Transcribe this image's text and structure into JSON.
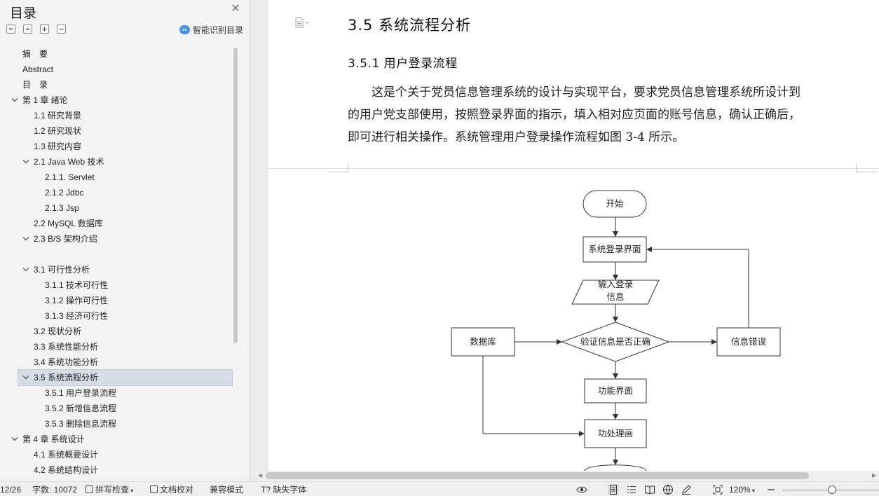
{
  "sidebar": {
    "title": "目录",
    "smart_toc": "智能识别目录",
    "toc": [
      {
        "label": "摘　要",
        "caret": false
      },
      {
        "label": "Abstract",
        "caret": false
      },
      {
        "label": "目　录",
        "caret": false
      },
      {
        "label": "第 1 章  绪论",
        "caret": true
      },
      {
        "label": "1.1  研究背景",
        "caret": false
      },
      {
        "label": "1.2  研究现状",
        "caret": false
      },
      {
        "label": "1.3  研究内容",
        "caret": false
      },
      {
        "label": "2.1 Java Web 技术",
        "caret": true
      },
      {
        "label": "2.1.1. Servlet",
        "caret": false
      },
      {
        "label": "2.1.2 Jdbc",
        "caret": false
      },
      {
        "label": "2.1.3 Jsp",
        "caret": false
      },
      {
        "label": "2.2 MySQL 数据库",
        "caret": false
      },
      {
        "label": "2.3 B/S 架构介绍",
        "caret": true
      },
      {
        "label": "",
        "caret": false
      },
      {
        "label": "3.1  可行性分析",
        "caret": true
      },
      {
        "label": "3.1.1  技术可行性",
        "caret": false
      },
      {
        "label": "3.1.2  操作可行性",
        "caret": false
      },
      {
        "label": "3.1.3  经济可行性",
        "caret": false
      },
      {
        "label": "3.2  现状分析",
        "caret": false
      },
      {
        "label": "3.3  系统性能分析",
        "caret": false
      },
      {
        "label": "3.4  系统功能分析",
        "caret": false
      },
      {
        "label": "3.5  系统流程分析",
        "caret": true,
        "active": true
      },
      {
        "label": "3.5.1  用户登录流程",
        "caret": false
      },
      {
        "label": "3.5.2  新增信息流程",
        "caret": false
      },
      {
        "label": "3.5.3  删除信息流程",
        "caret": false
      },
      {
        "label": "第 4 章  系统设计",
        "caret": true
      },
      {
        "label": "4.1  系统概要设计",
        "caret": false
      },
      {
        "label": "4.2  系统结构设计",
        "caret": false
      }
    ]
  },
  "document": {
    "heading2": "3.5  系统流程分析",
    "heading3": "3.5.1 用户登录流程",
    "paragraph": [
      "　　这是个关于党员信息管理系统的设计与实现平台，要求党员信息管理系统所设计到",
      "的用户党支部使用，按照登录界面的指示，填入相对应页面的账号信息，确认正确后，",
      "即可进行相关操作。系统管理用户登录操作流程如图 3-4 所示。"
    ],
    "flowchart": {
      "start": "开始",
      "login_ui": "系统登录界面",
      "input_line1": "输入登录",
      "input_line2": "信息",
      "database": "数据库",
      "verify": "验证信息是否正确",
      "error": "信息错误",
      "function_ui": "功能界面",
      "process_ui": "功处理画"
    }
  },
  "status": {
    "page": "12/26",
    "word_count": "字数: 10072",
    "spell_check": "拼写检查",
    "doc_proof": "文档校对",
    "compat_mode": "兼容模式",
    "missing_fonts": "缺失字体",
    "zoom": "120%"
  },
  "colors": {
    "sidebar_bg": "#f3f3f3",
    "active_item": "#d6dde8",
    "accent": "#4b8ff0"
  }
}
